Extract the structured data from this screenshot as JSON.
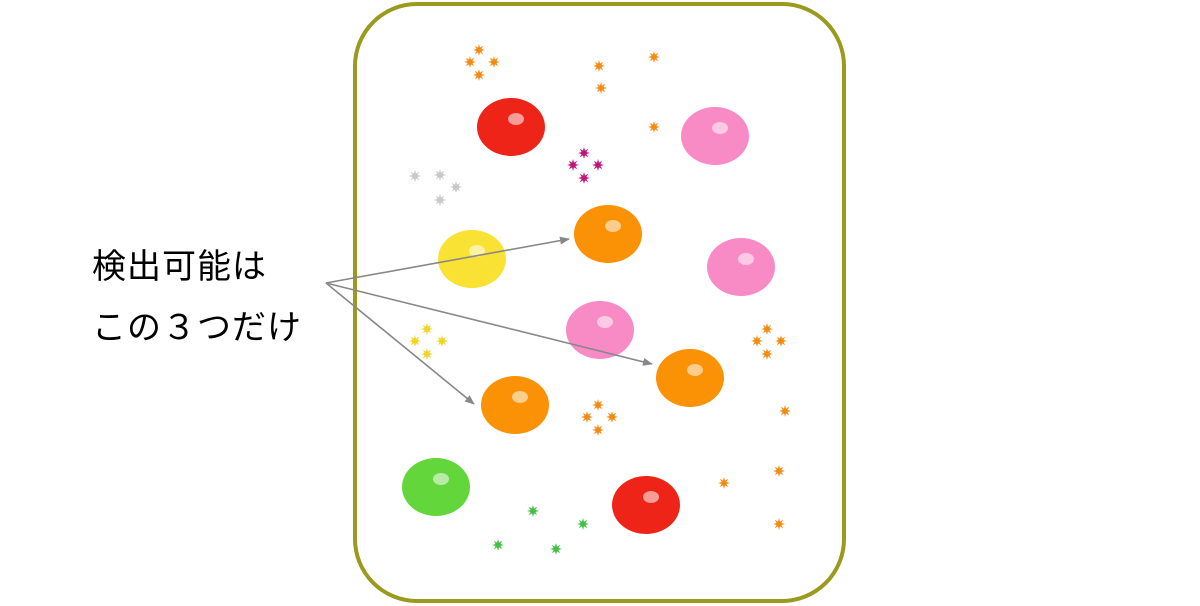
{
  "caption": {
    "line1": "検出可能は",
    "line2": "この３つだけ"
  },
  "colors": {
    "container_border": "#9a9a1e",
    "arrow": "#888888",
    "red": "#ee2418",
    "pink": "#f88ac6",
    "orange": "#fb9105",
    "yellow": "#f9e233",
    "green": "#62d63a",
    "particle_orange": "#f48a12",
    "particle_magenta": "#c0167c",
    "particle_gray": "#c8c8c8",
    "particle_yellow": "#f1d524",
    "particle_green": "#43c043"
  },
  "diagram": {
    "large_particles": [
      {
        "name": "red-bead-1",
        "color": "red"
      },
      {
        "name": "pink-bead-1",
        "color": "pink"
      },
      {
        "name": "orange-bead-1",
        "color": "orange",
        "detectable": true
      },
      {
        "name": "yellow-bead",
        "color": "yellow"
      },
      {
        "name": "pink-bead-2",
        "color": "pink"
      },
      {
        "name": "pink-bead-3",
        "color": "pink"
      },
      {
        "name": "orange-bead-2",
        "color": "orange",
        "detectable": true
      },
      {
        "name": "orange-bead-3",
        "color": "orange",
        "detectable": true
      },
      {
        "name": "green-bead",
        "color": "green"
      },
      {
        "name": "red-bead-2",
        "color": "red"
      }
    ],
    "small_particle_clusters": [
      {
        "name": "orange-cluster-1",
        "color": "particle_orange",
        "count": 4
      },
      {
        "name": "orange-cluster-2",
        "color": "particle_orange",
        "count": 3
      },
      {
        "name": "magenta-cluster",
        "color": "particle_magenta",
        "count": 4
      },
      {
        "name": "gray-cluster",
        "color": "particle_gray",
        "count": 4
      },
      {
        "name": "yellow-cluster",
        "color": "particle_yellow",
        "count": 4
      },
      {
        "name": "orange-cluster-3",
        "color": "particle_orange",
        "count": 4
      },
      {
        "name": "orange-cluster-4",
        "color": "particle_orange",
        "count": 4
      },
      {
        "name": "green-cluster",
        "color": "particle_green",
        "count": 4
      }
    ],
    "arrow_count": 3
  }
}
